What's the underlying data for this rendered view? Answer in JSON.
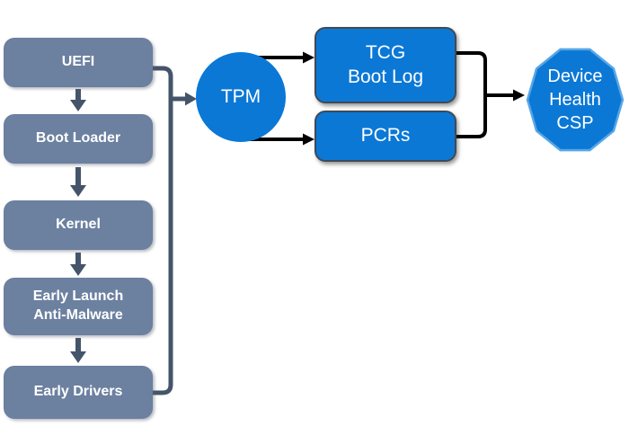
{
  "diagram": {
    "nodes": {
      "boot_chain": [
        {
          "label": "UEFI"
        },
        {
          "label": "Boot Loader"
        },
        {
          "label": "Kernel"
        },
        {
          "label": "Early Launch\nAnti-Malware"
        },
        {
          "label": "Early Drivers"
        }
      ],
      "tpm": {
        "label": "TPM"
      },
      "tcg_boot_log": {
        "label": "TCG\nBoot Log"
      },
      "pcrs": {
        "label": "PCRs"
      },
      "device_health_csp": {
        "label": "Device\nHealth\nCSP"
      }
    },
    "colors": {
      "gray_blue_box": "#6c80a0",
      "accent_blue": "#0b78d6",
      "connector_slate": "#44546a",
      "connector_black": "#000000",
      "decagon_border": "#57a7e6",
      "text": "#ffffff",
      "background": "#ffffff"
    }
  }
}
